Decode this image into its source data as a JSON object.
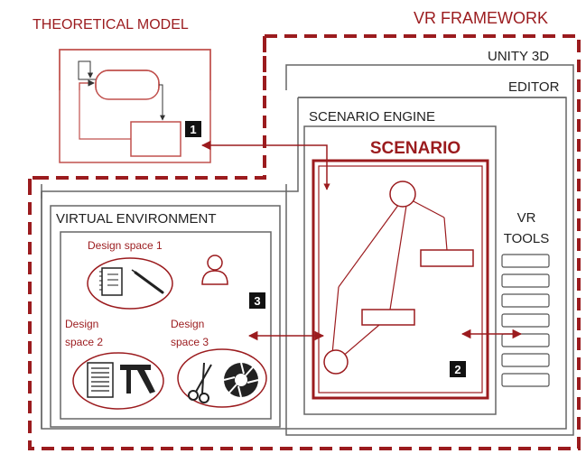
{
  "labels": {
    "theoretical_model": "THEORETICAL MODEL",
    "vr_framework": "VR FRAMEWORK",
    "unity_3d": "UNITY 3D",
    "editor": "EDITOR",
    "scenario_engine": "SCENARIO ENGINE",
    "scenario": "SCENARIO",
    "virtual_environment": "VIRTUAL ENVIRONMENT",
    "vr_tools_line1": "VR",
    "vr_tools_line2": "TOOLS",
    "design_space_1": "Design space 1",
    "design_space_2_line1": "Design",
    "design_space_2_line2": "space 2",
    "design_space_3_line1": "Design",
    "design_space_3_line2": "space 3"
  },
  "markers": {
    "one": "1",
    "two": "2",
    "three": "3"
  },
  "colors": {
    "accent_red": "#9b1b1e",
    "light_red": "#c0504d",
    "gray_border": "#555555",
    "marker_bg": "#111111"
  },
  "icons": {
    "user": "person-icon",
    "notebook": "notebook-icon",
    "pen": "pen-icon",
    "document": "document-icon",
    "caliper": "caliper-icon",
    "scissors": "scissors-icon",
    "aperture": "aperture-icon"
  }
}
